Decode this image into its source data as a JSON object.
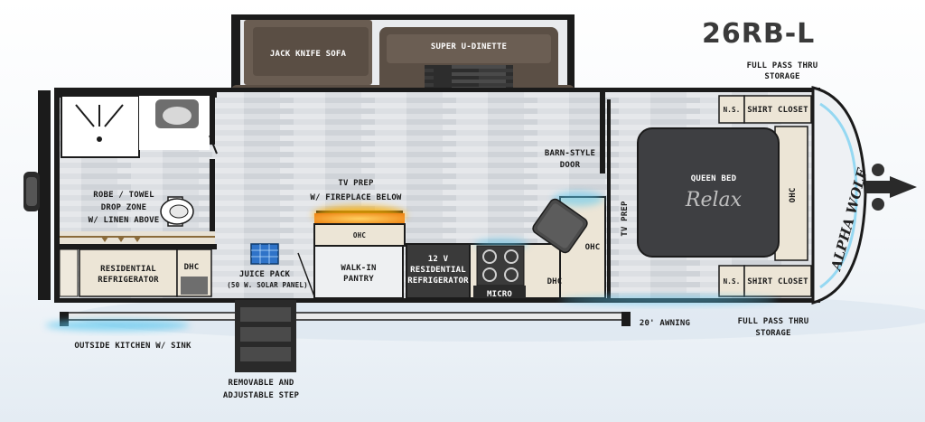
{
  "model": "26RB-L",
  "brand_logo": "ALPHA WOLF",
  "bed_logo": "Relax",
  "labels": {
    "jack_knife_sofa": "JACK KNIFE SOFA",
    "super_u_dinette": "SUPER U-DINETTE",
    "storage_top_1": "FULL PASS THRU",
    "storage_top_2": "STORAGE",
    "storage_bottom_1": "FULL PASS THRU",
    "storage_bottom_2": "STORAGE",
    "ns_top": "N.S.",
    "ns_bottom": "N.S.",
    "shirt_closet_top": "SHIRT CLOSET",
    "shirt_closet_bottom": "SHIRT CLOSET",
    "barn_door_1": "BARN-STYLE",
    "barn_door_2": "DOOR",
    "queen_bed": "QUEEN BED",
    "ohc_bed": "OHC",
    "tv_prep_vertical": "TV PREP",
    "tv_prep_1": "TV PREP",
    "tv_prep_2": "W/ FIREPLACE BELOW",
    "ohc_fireplace": "OHC",
    "robe_1": "ROBE / TOWEL",
    "robe_2": "DROP ZONE",
    "robe_3": "W/ LINEN ABOVE",
    "res_fridge_1": "RESIDENTIAL",
    "res_fridge_2": "REFRIGERATOR",
    "dhc_bath": "DHC",
    "juice_1": "JUICE PACK",
    "juice_2": "(50 W. SOLAR PANEL)",
    "pantry_1": "WALK-IN",
    "pantry_2": "PANTRY",
    "fridge12_1": "12 V",
    "fridge12_2": "RESIDENTIAL",
    "fridge12_3": "REFRIGERATOR",
    "micro": "MICRO",
    "dhc_kitchen": "DHC",
    "ohc_kitchen": "OHC",
    "awning": "20' AWNING",
    "outside_kitchen": "OUTSIDE KITCHEN W/ SINK",
    "step_1": "REMOVABLE AND",
    "step_2": "ADJUSTABLE STEP"
  },
  "colors": {
    "wall": "#1b1b1b",
    "floor": "#dfe2e6",
    "furniture_brown": "#5b4f45",
    "bed": "#3e3f42",
    "counter": "#d9cdb8",
    "glow": "#5ac8f0",
    "fire": "#f5a623"
  }
}
